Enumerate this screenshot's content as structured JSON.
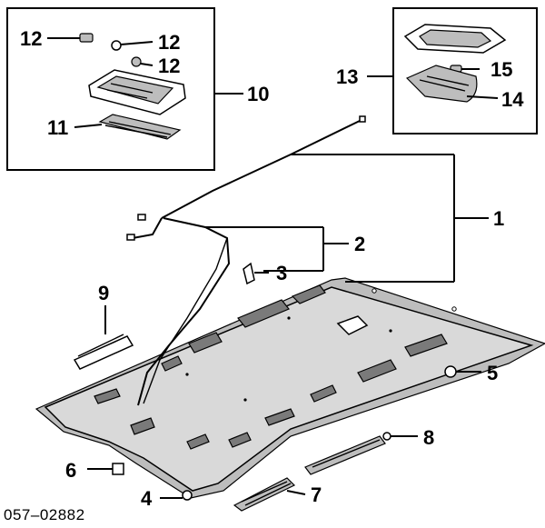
{
  "diagram": {
    "code": "057–02882",
    "callouts": {
      "c1": "1",
      "c2": "2",
      "c3": "3",
      "c4": "4",
      "c5": "5",
      "c6": "6",
      "c7": "7",
      "c8": "8",
      "c9": "9",
      "c10": "10",
      "c11": "11",
      "c12a": "12",
      "c12b": "12",
      "c12c": "12",
      "c13": "13",
      "c14": "14",
      "c15": "15"
    }
  }
}
